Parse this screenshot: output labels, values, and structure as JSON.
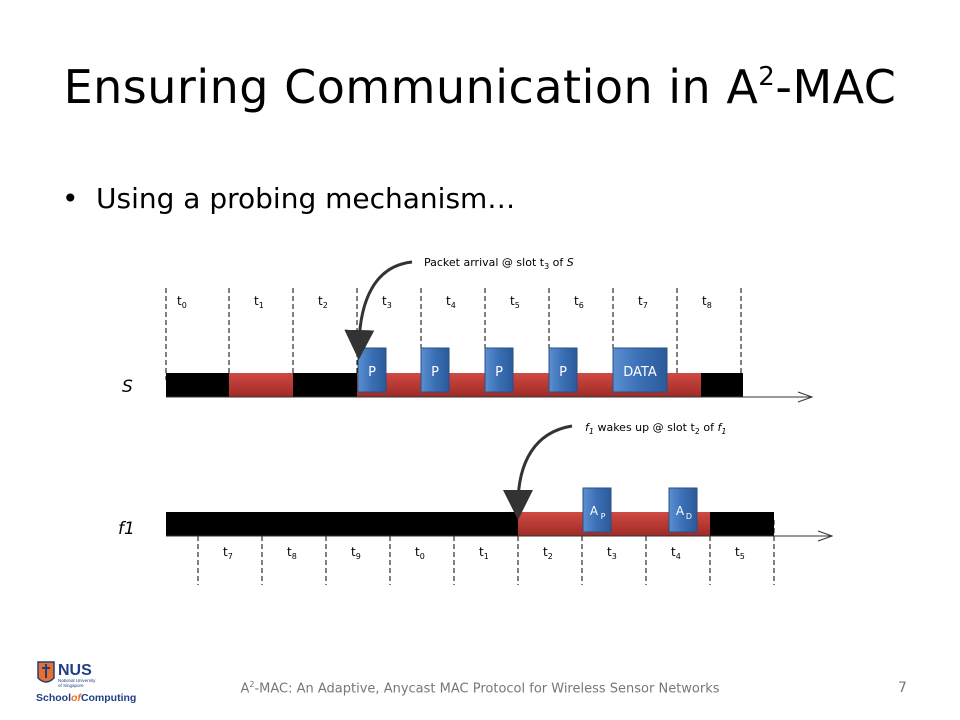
{
  "slide": {
    "title_before": "Ensuring Communication in A",
    "title_sup": "2",
    "title_after": "-MAC",
    "bullet": "Using a probing mechanism…",
    "footer_before": "A",
    "footer_sup": "2",
    "footer_after": "-MAC: An Adaptive, Anycast MAC Protocol for Wireless Sensor Networks",
    "page_number": "7"
  },
  "logo": {
    "nus": "NUS",
    "line1": "National University",
    "line2": "of Singapore",
    "school_a": "School",
    "school_of": "of",
    "school_b": "Computing"
  },
  "diagram": {
    "node_s": "S",
    "node_f1": "f1",
    "s_slot_labels": [
      "t0",
      "t1",
      "t2",
      "t3",
      "t4",
      "t5",
      "t6",
      "t7",
      "t8"
    ],
    "f1_slot_labels": [
      "t7",
      "t8",
      "t9",
      "t0",
      "t1",
      "t2",
      "t3",
      "t4",
      "t5"
    ],
    "s_packets": [
      "P",
      "P",
      "P",
      "P",
      "DATA"
    ],
    "f1_packets": [
      "AP",
      "AD"
    ],
    "annotation_s": "Packet arrival @ slot t3 of S",
    "annotation_f1": "f1 wakes up @ slot t2 of f1"
  },
  "colors": {
    "active": "#c0392b",
    "sleep": "#000000",
    "packet": "#4a7ebb",
    "packet_dark": "#2f5a95",
    "nus_blue": "#1f3f85",
    "nus_orange": "#e8702a"
  }
}
